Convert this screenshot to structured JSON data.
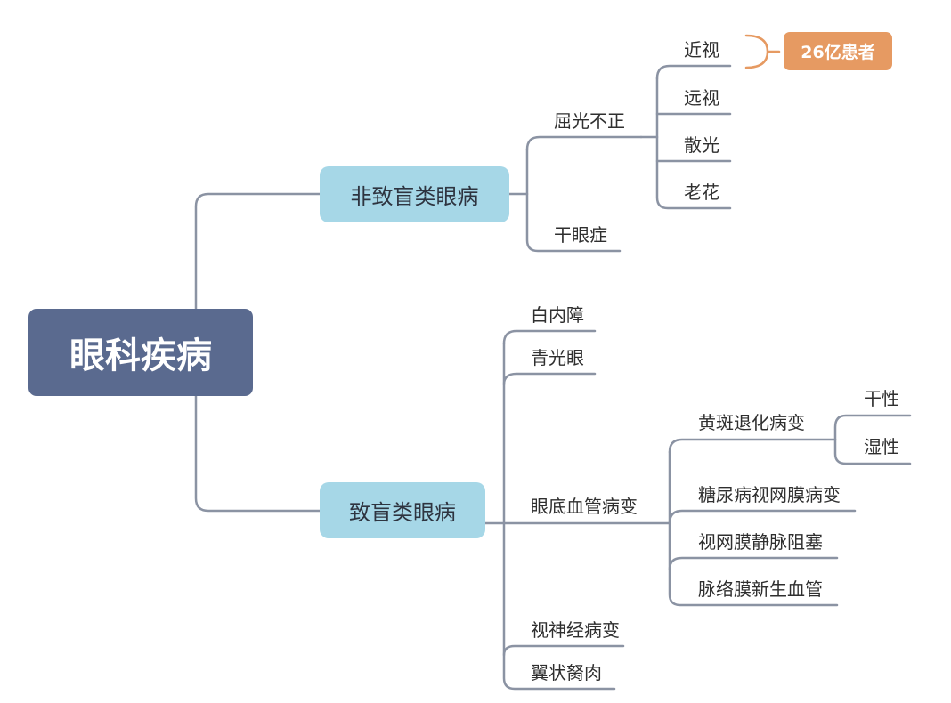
{
  "root": {
    "label": "眼科疾病"
  },
  "categories": {
    "non_blinding": {
      "label": "非致盲类眼病"
    },
    "blinding": {
      "label": "致盲类眼病"
    }
  },
  "non_blinding": {
    "refractive": {
      "label": "屈光不正",
      "children": [
        "近视",
        "远视",
        "散光",
        "老花"
      ]
    },
    "dry_eye": {
      "label": "干眼症"
    }
  },
  "blinding": {
    "cataract": {
      "label": "白内障"
    },
    "glaucoma": {
      "label": "青光眼"
    },
    "fundus": {
      "label": "眼底血管病变",
      "macular": {
        "label": "黄斑退化病变",
        "children": [
          "干性",
          "湿性"
        ]
      },
      "others": [
        "糖尿病视网膜病变",
        "视网膜静脉阻塞",
        "脉络膜新生血管"
      ]
    },
    "optic_nerve": {
      "label": "视神经病变"
    },
    "pterygium": {
      "label": "翼状胬肉"
    }
  },
  "callout": {
    "label": "26亿患者"
  },
  "colors": {
    "root": "#5a6a8f",
    "category": "#a6d7e7",
    "badge": "#e69a62",
    "line": "#8b93a3"
  }
}
